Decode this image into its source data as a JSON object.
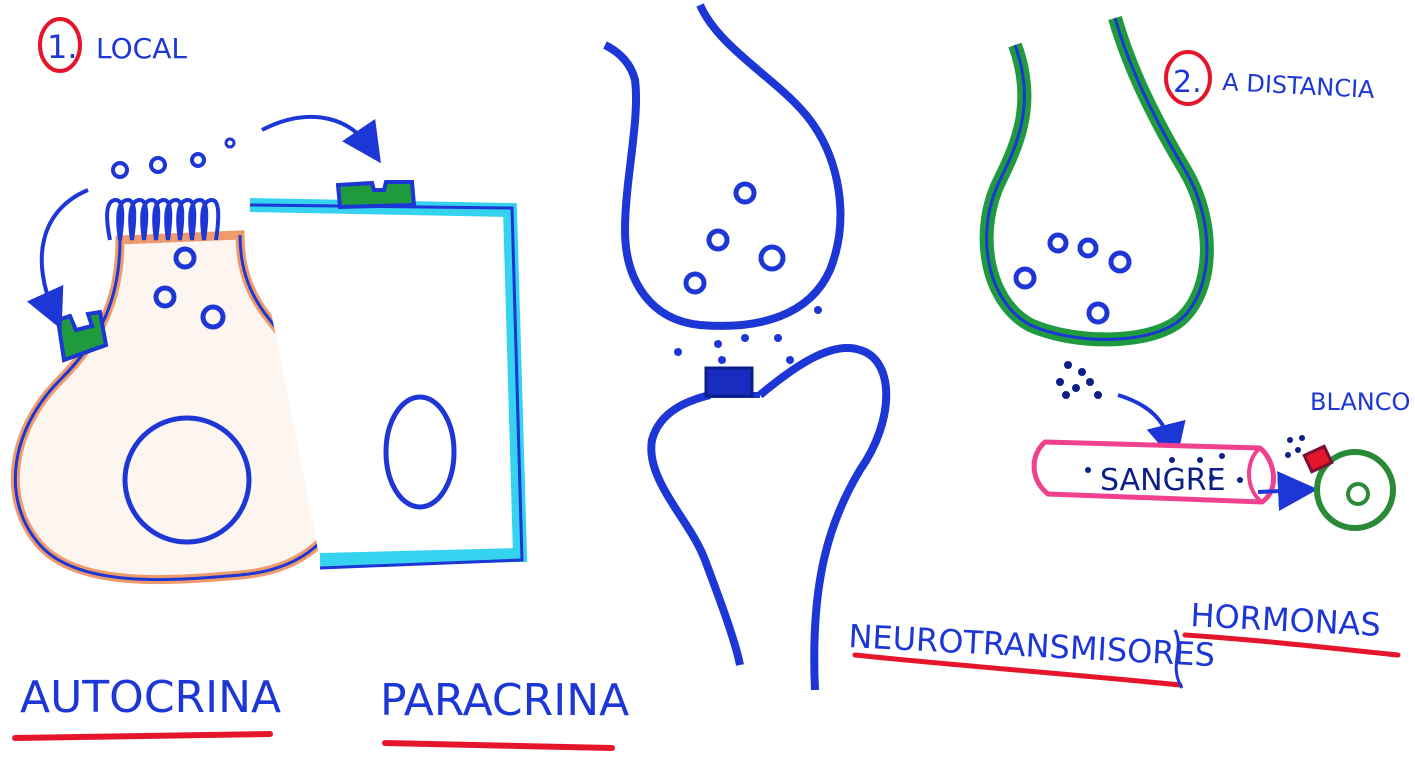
{
  "labels": {
    "local_number": "1.",
    "local_title": "LOCAL",
    "distance_number": "2.",
    "distance_title": "A DISTANCIA",
    "autocrina": "AUTOCRINA",
    "paracrina": "PARACRINA",
    "neurotransmisores": "NEUROTRANSMISORES",
    "hormonas": "HORMONAS",
    "sangre": "SANGRE",
    "blanco": "BLANCO"
  },
  "colors": {
    "blue_ink": "#1d36d6",
    "red_ink": "#e5152b",
    "orange_cell": "#ef9a6a",
    "cyan_cell": "#36d3f0",
    "green_receptor": "#1f9a3f",
    "pink_vessel": "#f0418f",
    "navy_dots": "#0c1f86",
    "target_green": "#2b8a36"
  }
}
